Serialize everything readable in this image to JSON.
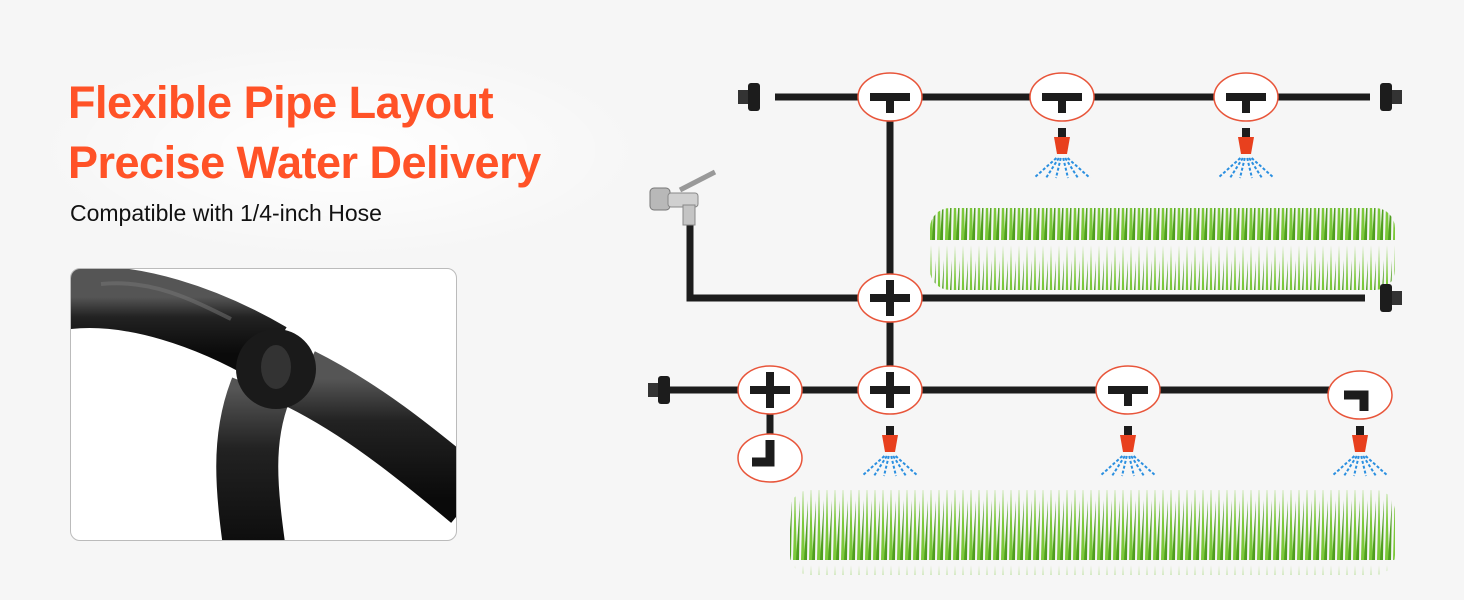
{
  "headline": {
    "line1": "Flexible Pipe Layout",
    "line2": "Precise Water Delivery",
    "subtitle": "Compatible with 1/4-inch Hose"
  },
  "colors": {
    "accent": "#ff5227",
    "pipe": "#1c1c1c",
    "highlight_circle": "#e8553a",
    "nozzle": "#e8401e",
    "spray": "#2a8fe0",
    "grass": "#6fbf2a"
  },
  "icons": [
    "faucet-icon",
    "tee-connector-icon",
    "cross-connector-icon",
    "elbow-connector-icon",
    "end-cap-icon",
    "sprinkler-nozzle-icon",
    "grass-strip"
  ]
}
